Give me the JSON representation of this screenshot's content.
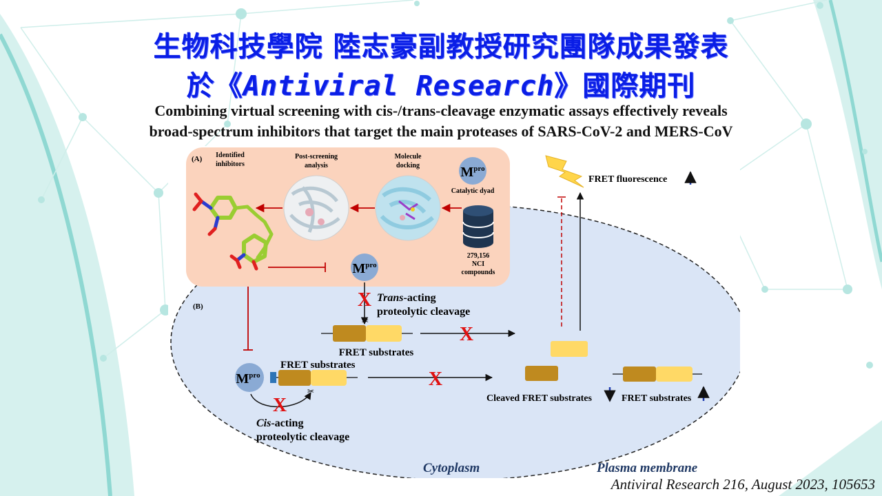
{
  "title": {
    "line1": "生物科技學院 陸志豪副教授研究團隊成果發表",
    "line2_pre": "於《",
    "line2_journal": "Antiviral Research",
    "line2_post": "》國際期刊"
  },
  "subtitle": {
    "line1": "Combining virtual screening with cis-/trans-cleavage enzymatic assays effectively reveals",
    "line2": "broad-spectrum inhibitors that target the main proteases of SARS-CoV-2 and MERS-CoV"
  },
  "figure": {
    "panel_a": {
      "label": "(A)",
      "identified_line1": "Identified",
      "identified_line2": "inhibitors",
      "post_line1": "Post-screening",
      "post_line2": "analysis",
      "docking_line1": "Molecule",
      "docking_line2": "docking",
      "mpro_main": "M",
      "mpro_sup": "pro",
      "catalytic": "Catalytic dyad",
      "db_line1": "279,156",
      "db_line2": "NCI",
      "db_line3": "compounds"
    },
    "panel_b": {
      "label": "(B)",
      "mpro_main": "M",
      "mpro_sup": "pro",
      "trans_italic": "Trans",
      "trans_rest": "-acting",
      "trans_line2": "proteolytic cleavage",
      "cis_italic": "Cis",
      "cis_rest": "-acting",
      "cis_line2": "proteolytic cleavage",
      "fret_substrates": "FRET substrates",
      "fret_fluorescence": "FRET fluorescence",
      "cleaved": "Cleaved FRET substrates",
      "cytoplasm": "Cytoplasm",
      "membrane": "Plasma membrane",
      "cross": "X"
    },
    "colors": {
      "panel_a_fill": "#fbd3bd",
      "cell_fill": "#dae5f6",
      "inhibit_red": "#c00000",
      "cross_red": "#e01010",
      "mpro_blue": "#8aaad4",
      "substrate_dark": "#bf8a1f",
      "substrate_light": "#ffd966"
    }
  },
  "citation": "Antiviral Research 216, August 2023, 105653"
}
